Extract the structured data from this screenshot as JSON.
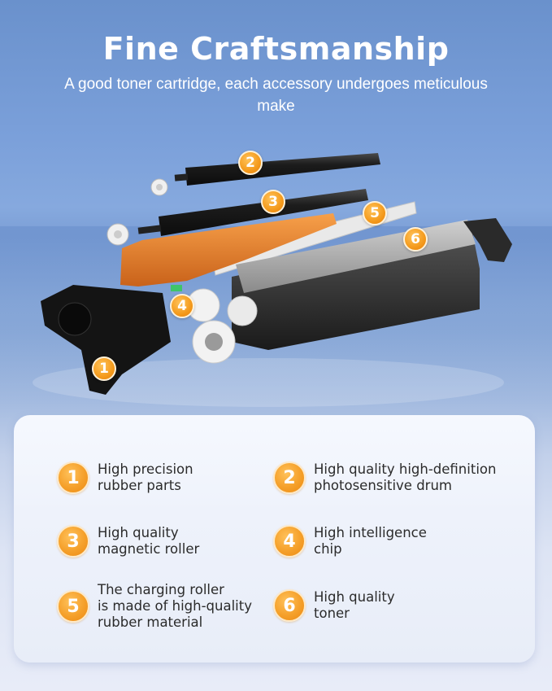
{
  "header": {
    "title": "Fine Craftsmanship",
    "subtitle": "A good toner cartridge, each accessory undergoes meticulous make"
  },
  "illustration": {
    "alt": "Exploded view of toner cartridge components",
    "callouts": [
      "1",
      "2",
      "3",
      "4",
      "5",
      "6"
    ]
  },
  "features": [
    {
      "number": "1",
      "text": "High precision\nrubber parts"
    },
    {
      "number": "2",
      "text": "High quality high-definition\nphotosensitive drum"
    },
    {
      "number": "3",
      "text": "High quality\nmagnetic roller"
    },
    {
      "number": "4",
      "text": "High intelligence\nchip"
    },
    {
      "number": "5",
      "text": "The charging roller\nis made of high-quality\nrubber material"
    },
    {
      "number": "6",
      "text": "High quality\ntoner"
    }
  ],
  "colors": {
    "accent_orange": "#f49a1c",
    "background_blue": "#7ba0da",
    "card_background": "#eef2fb",
    "text_dark": "#2b2b2b"
  }
}
